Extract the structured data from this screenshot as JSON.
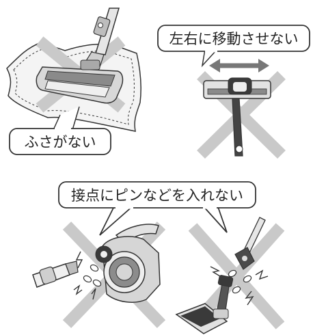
{
  "callouts": {
    "no_cover": "ふさがない",
    "no_side_move": "左右に移動させない",
    "no_pins": "接点にピンなどを入れない"
  },
  "colors": {
    "cross": "#c9c9c9",
    "line": "#333333",
    "fill": "#e6e6e6",
    "dark": "#555555"
  },
  "icons": [
    "cross-mark-icon",
    "double-arrow-icon",
    "spark-icon"
  ]
}
